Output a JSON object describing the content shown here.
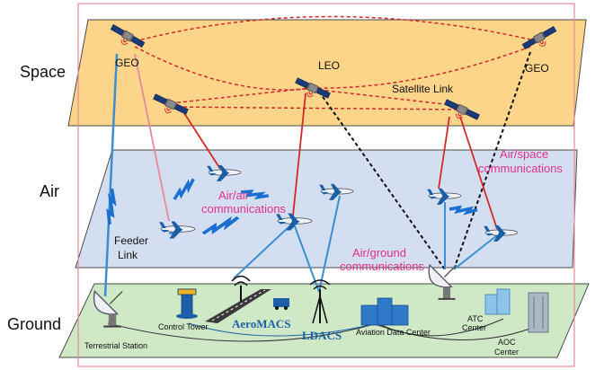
{
  "layers": {
    "space": "Space",
    "air": "Air",
    "ground": "Ground"
  },
  "satellites": {
    "geo_left": "GEO",
    "leo": "LEO",
    "geo_right": "GEO"
  },
  "links": {
    "satellite_link": "Satellite Link",
    "air_space_1": "Air/space",
    "air_space_2": "communications",
    "air_air_1": "Air/air",
    "air_air_2": "communications",
    "air_ground_1": "Air/ground",
    "air_ground_2": "communications",
    "feeder_1": "Feeder",
    "feeder_2": "Link"
  },
  "ground": {
    "terrestrial_station": "Terrestrial Station",
    "control_tower": "Control Tower",
    "aeromacs": "AeroMACS",
    "ldacs": "LDACS",
    "aviation_data_center": "Aviation Data Center",
    "atc_center_1": "ATC",
    "atc_center_2": "Center",
    "aoc_center_1": "AOC",
    "aoc_center_2": "Center"
  },
  "colors": {
    "space_plane": "#fcd48a",
    "air_plane": "#d3dff0",
    "ground_plane": "#cfe9c7",
    "red_link": "#d22a2a",
    "blue_link": "#3b8fd0",
    "accent_pink": "#e0308a",
    "frame": "#e58a9a"
  }
}
